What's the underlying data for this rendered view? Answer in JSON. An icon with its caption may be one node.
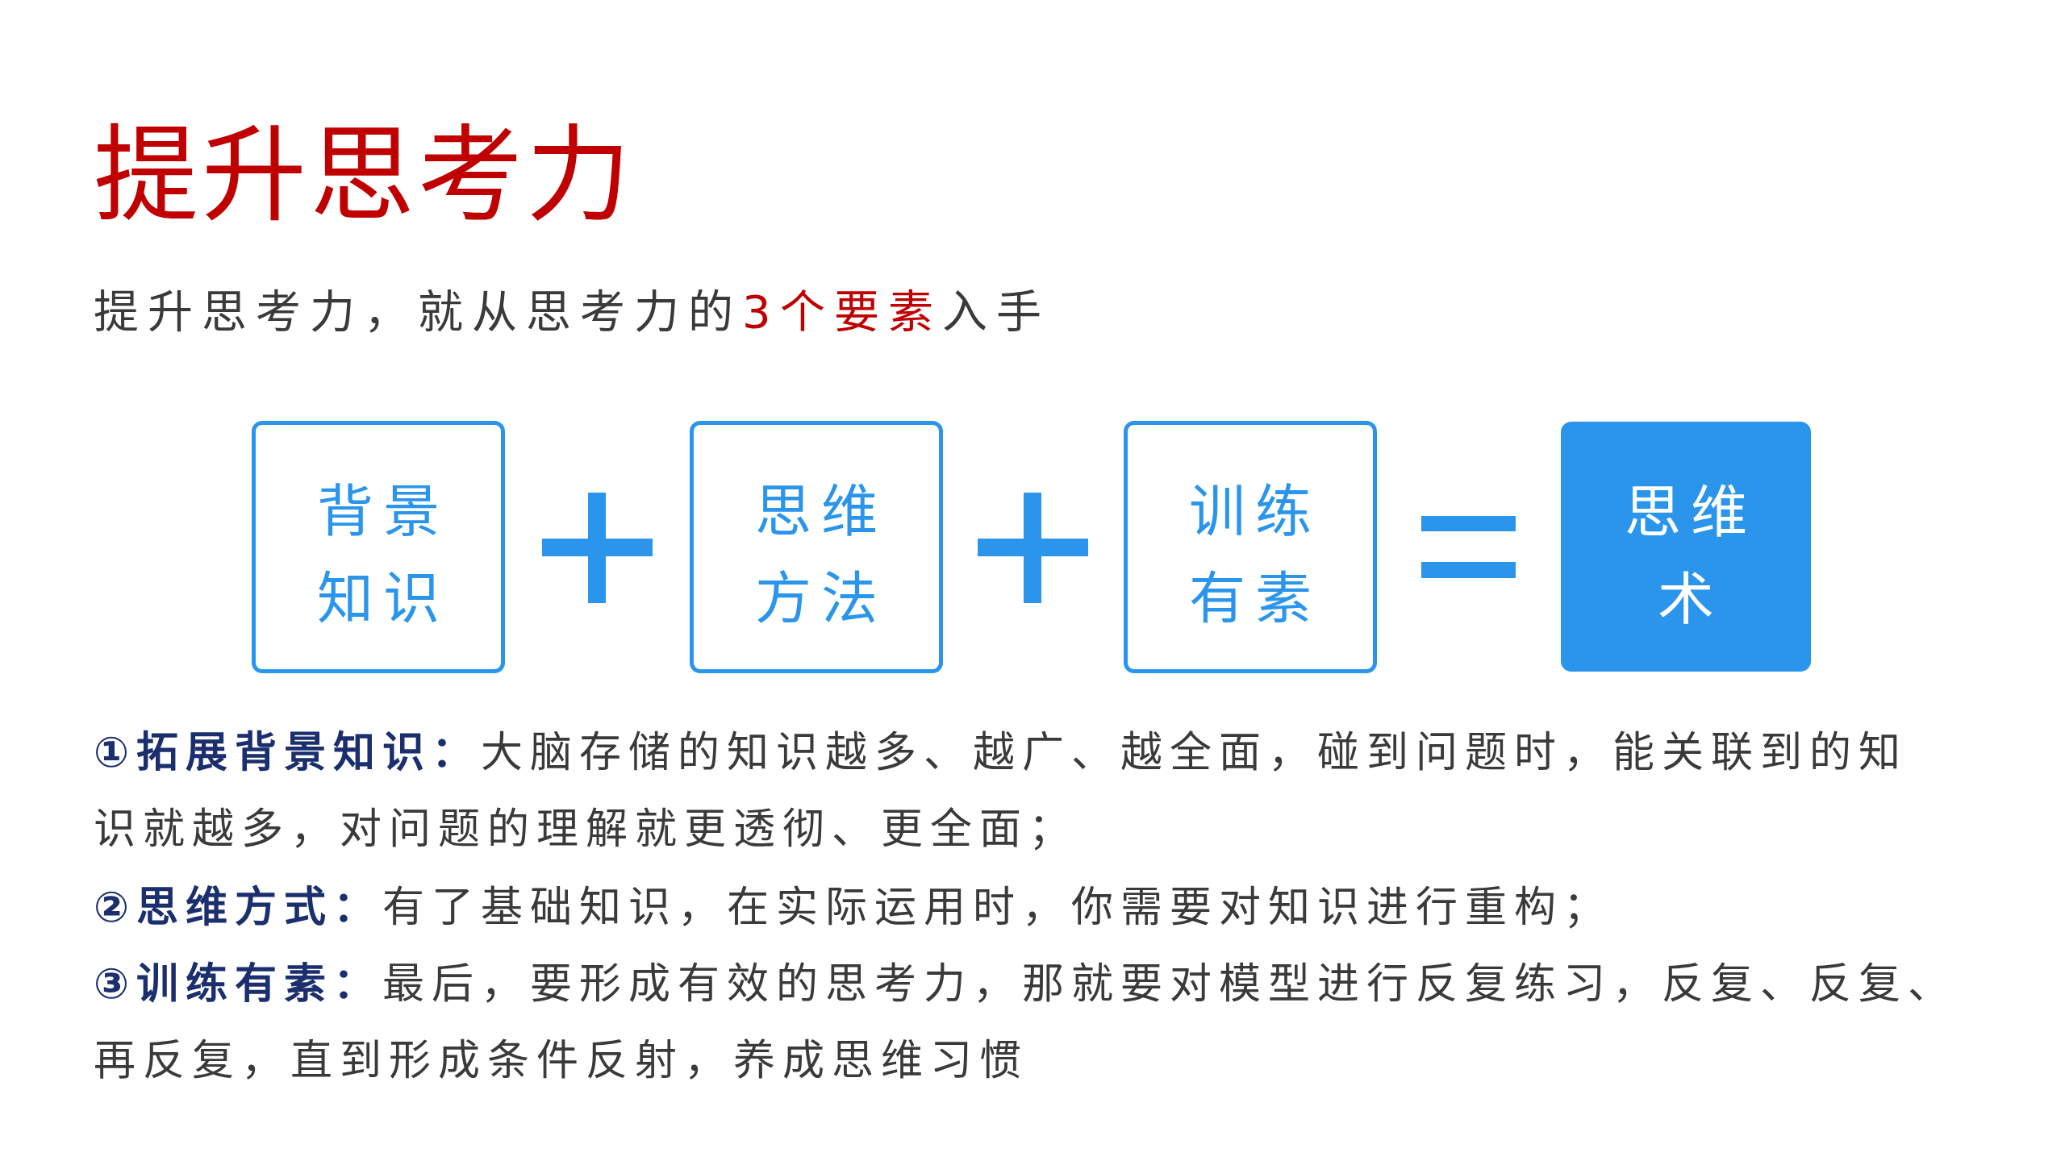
{
  "diagram": {
    "title": "提升思考力",
    "nodes": [
      {
        "text": [
          "背景知识"
        ]
      },
      {
        "text": [
          "思维方法"
        ]
      },
      {
        "text": [
          "训练有素"
        ]
      },
      {
        "text": [
          "思维术"
        ]
      }
    ],
    "labels": [
      "提升思考力，就从思考力的**3个要素**入手",
      "**①拓展背景知识：**大脑存储的知识越多、越广、越全面，碰到问题时，能关联到的知识就越多，对问题的理解就更透彻、更全面；",
      "**②思维方式：**有了基础知识，在实际运用时，你需要对知识进行重构；",
      "**③训练有素：**最后，要形成有效的思考力，那就要对模型进行反复练习，反复、反复、再反复，直到形成条件反射，养成思维习惯"
    ]
  }
}
